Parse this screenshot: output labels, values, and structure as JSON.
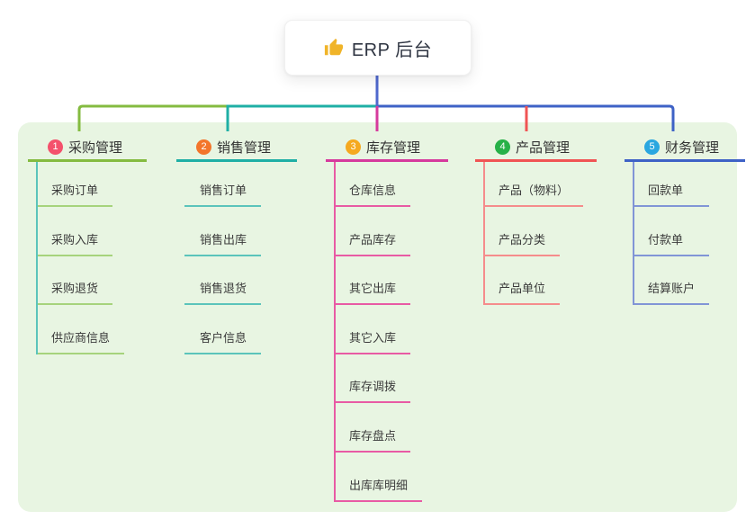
{
  "root": {
    "label": "ERP 后台",
    "icon": "thumbs-up-icon",
    "icon_color": "#f0b429"
  },
  "colors": {
    "canvas_bg": "#ffffff",
    "panel_bg": "#e8f5e2",
    "stem": "#4f68cd",
    "text": "#333333"
  },
  "branches": [
    {
      "id": "purchase",
      "number": "1",
      "label": "采购管理",
      "badge_color": "#f4516c",
      "line_color": "#84bb40",
      "child_line_color": "#a6d37c",
      "children": [
        "采购订单",
        "采购入库",
        "采购退货",
        "供应商信息"
      ]
    },
    {
      "id": "sales",
      "number": "2",
      "label": "销售管理",
      "badge_color": "#f3752b",
      "line_color": "#1fafa5",
      "child_line_color": "#5bc4bb",
      "children": [
        "销售订单",
        "销售出库",
        "销售退货",
        "客户信息"
      ]
    },
    {
      "id": "inventory",
      "number": "3",
      "label": "库存管理",
      "badge_color": "#f5a91f",
      "line_color": "#d63a9d",
      "child_line_color": "#e85aa4",
      "children": [
        "仓库信息",
        "产品库存",
        "其它出库",
        "其它入库",
        "库存调拨",
        "库存盘点",
        "出库库明细"
      ]
    },
    {
      "id": "product",
      "number": "4",
      "label": "产品管理",
      "badge_color": "#27b148",
      "line_color": "#f05454",
      "child_line_color": "#f58c8c",
      "children": [
        "产品（物料）",
        "产品分类",
        "产品单位"
      ]
    },
    {
      "id": "finance",
      "number": "5",
      "label": "财务管理",
      "badge_color": "#2aa7e0",
      "line_color": "#3e62c6",
      "child_line_color": "#8195d6",
      "children": [
        "回款单",
        "付款单",
        "结算账户"
      ]
    }
  ]
}
